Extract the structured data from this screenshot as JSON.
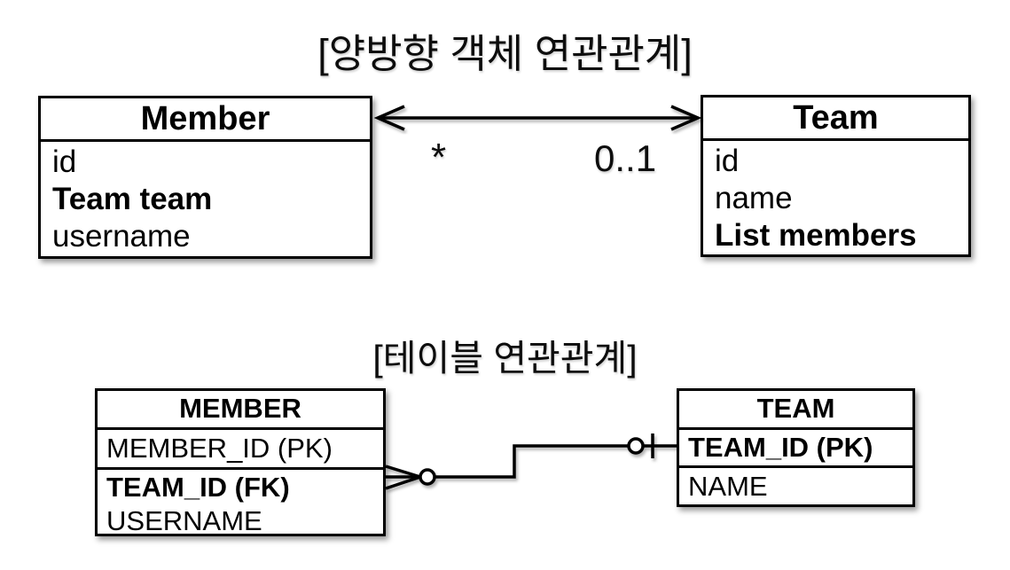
{
  "object_diagram": {
    "title": "[양방향 객체 연관관계]",
    "member_class": {
      "name": "Member",
      "fields": [
        {
          "label": "id"
        },
        {
          "label": "Team team"
        },
        {
          "label": "username"
        }
      ]
    },
    "team_class": {
      "name": "Team",
      "fields": [
        {
          "label": "id"
        },
        {
          "label": "name"
        },
        {
          "label": "List members"
        }
      ]
    },
    "association": {
      "member_side_multiplicity": "*",
      "team_side_multiplicity": "0..1"
    }
  },
  "table_diagram": {
    "title": "[테이블 연관관계]",
    "member_table": {
      "name": "MEMBER",
      "columns": [
        {
          "label": "MEMBER_ID (PK)"
        },
        {
          "label": "TEAM_ID (FK)"
        },
        {
          "label": "USERNAME"
        }
      ]
    },
    "team_table": {
      "name": "TEAM",
      "columns": [
        {
          "label": "TEAM_ID (PK)"
        },
        {
          "label": "NAME"
        }
      ]
    }
  },
  "colors": {
    "line": "#000000",
    "background": "#ffffff"
  }
}
